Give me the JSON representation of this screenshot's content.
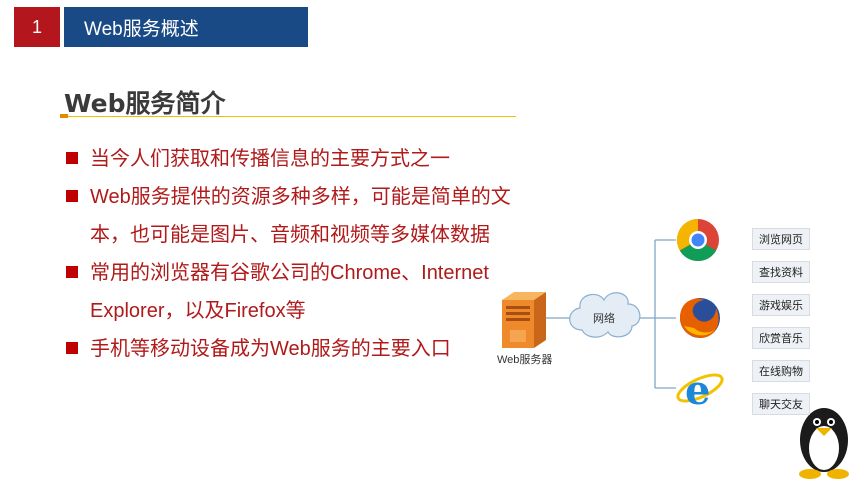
{
  "header": {
    "number": "1",
    "title": "Web服务概述"
  },
  "section": {
    "title": "Web服务简介"
  },
  "bullets": [
    {
      "line1": "当今人们获取和传播信息的主要方式之一",
      "line2": ""
    },
    {
      "line1": "Web服务提供的资源多种多样，可能是简单的文",
      "line2": "本，也可能是图片、音频和视频等多媒体数据"
    },
    {
      "line1": "常用的浏览器有谷歌公司的Chrome、Internet",
      "line2": "Explorer，以及Firefox等"
    },
    {
      "line1": "手机等移动设备成为Web服务的主要入口",
      "line2": ""
    }
  ],
  "diagram": {
    "server_label": "Web服务器",
    "cloud_label": "网络",
    "browser_icons": [
      "chrome-icon",
      "firefox-icon",
      "ie-icon"
    ],
    "tags": [
      "浏览网页",
      "查找资料",
      "游戏娱乐",
      "欣赏音乐",
      "在线购物",
      "聊天交友"
    ]
  },
  "colors": {
    "accent_red": "#b4161d",
    "header_blue": "#1a4a86",
    "bullet_text": "#b01a1a",
    "underline": "#f0c000"
  }
}
